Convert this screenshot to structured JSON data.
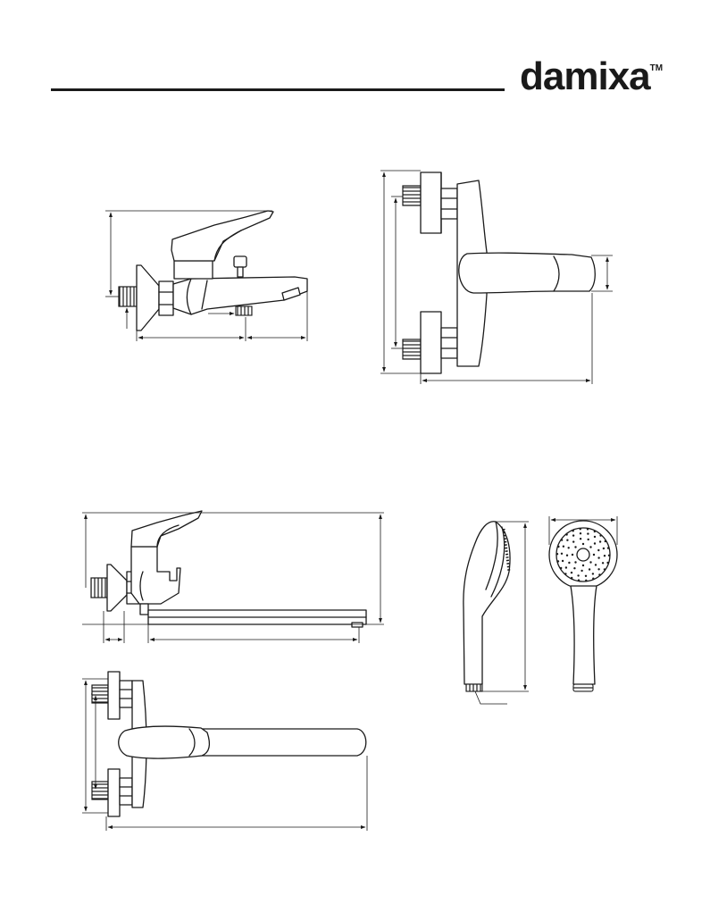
{
  "header": {
    "brand_name": "damixa",
    "brand_mark": "TM"
  },
  "drawings": [
    {
      "name": "bath-mixer-side-view"
    },
    {
      "name": "bath-mixer-front-view"
    },
    {
      "name": "long-spout-mixer-side-view"
    },
    {
      "name": "long-spout-mixer-top-view"
    },
    {
      "name": "hand-shower-side-view"
    },
    {
      "name": "hand-shower-front-view"
    }
  ],
  "colors": {
    "ink": "#1a1a1a",
    "paper": "#ffffff"
  }
}
